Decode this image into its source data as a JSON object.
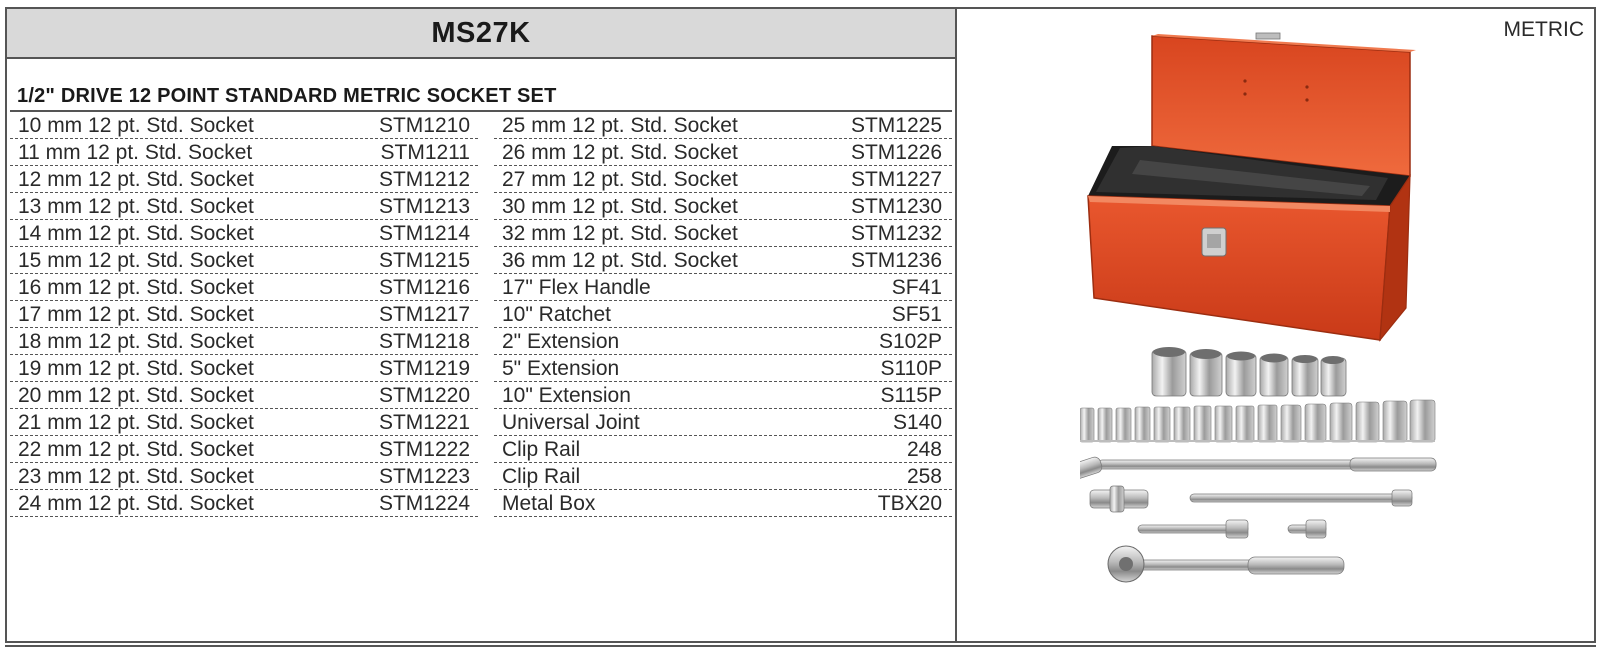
{
  "header": {
    "model": "MS27K",
    "tag": "METRIC"
  },
  "set": {
    "title": "1/2\" DRIVE 12 POINT STANDARD METRIC SOCKET SET"
  },
  "left_items": [
    {
      "desc": "10 mm 12 pt. Std. Socket",
      "part": "STM1210"
    },
    {
      "desc": "11 mm 12 pt. Std. Socket",
      "part": "STM1211"
    },
    {
      "desc": "12 mm 12 pt. Std. Socket",
      "part": "STM1212"
    },
    {
      "desc": "13 mm 12 pt. Std. Socket",
      "part": "STM1213"
    },
    {
      "desc": "14 mm 12 pt. Std. Socket",
      "part": "STM1214"
    },
    {
      "desc": "15 mm 12 pt. Std. Socket",
      "part": "STM1215"
    },
    {
      "desc": "16 mm 12 pt. Std. Socket",
      "part": "STM1216"
    },
    {
      "desc": "17 mm 12 pt. Std. Socket",
      "part": "STM1217"
    },
    {
      "desc": "18 mm 12 pt. Std. Socket",
      "part": "STM1218"
    },
    {
      "desc": "19 mm 12 pt. Std. Socket",
      "part": "STM1219"
    },
    {
      "desc": "20 mm 12 pt. Std. Socket",
      "part": "STM1220"
    },
    {
      "desc": "21 mm 12 pt. Std. Socket",
      "part": "STM1221"
    },
    {
      "desc": "22 mm 12 pt. Std. Socket",
      "part": "STM1222"
    },
    {
      "desc": "23 mm 12 pt. Std. Socket",
      "part": "STM1223"
    },
    {
      "desc": "24 mm 12 pt. Std. Socket",
      "part": "STM1224"
    }
  ],
  "right_items": [
    {
      "desc": "25 mm 12 pt. Std. Socket",
      "part": "STM1225"
    },
    {
      "desc": "26 mm 12 pt. Std. Socket",
      "part": "STM1226"
    },
    {
      "desc": "27 mm 12 pt. Std. Socket",
      "part": "STM1227"
    },
    {
      "desc": "30 mm 12 pt. Std. Socket",
      "part": "STM1230"
    },
    {
      "desc": "32 mm 12 pt. Std. Socket",
      "part": "STM1232"
    },
    {
      "desc": "36 mm 12 pt. Std. Socket",
      "part": "STM1236"
    },
    {
      "desc": "17\" Flex Handle",
      "part": "SF41"
    },
    {
      "desc": "10\" Ratchet",
      "part": "SF51"
    },
    {
      "desc": "2\" Extension",
      "part": "S102P"
    },
    {
      "desc": "5\" Extension",
      "part": "S110P"
    },
    {
      "desc": "10\" Extension",
      "part": "S115P"
    },
    {
      "desc": "Universal Joint",
      "part": "S140"
    },
    {
      "desc": "Clip Rail",
      "part": "248"
    },
    {
      "desc": "Clip Rail",
      "part": "258"
    },
    {
      "desc": "Metal Box",
      "part": "TBX20"
    }
  ],
  "colors": {
    "box_red": "#e04a22",
    "header_gray": "#d9d9d9",
    "rule": "#555555"
  }
}
